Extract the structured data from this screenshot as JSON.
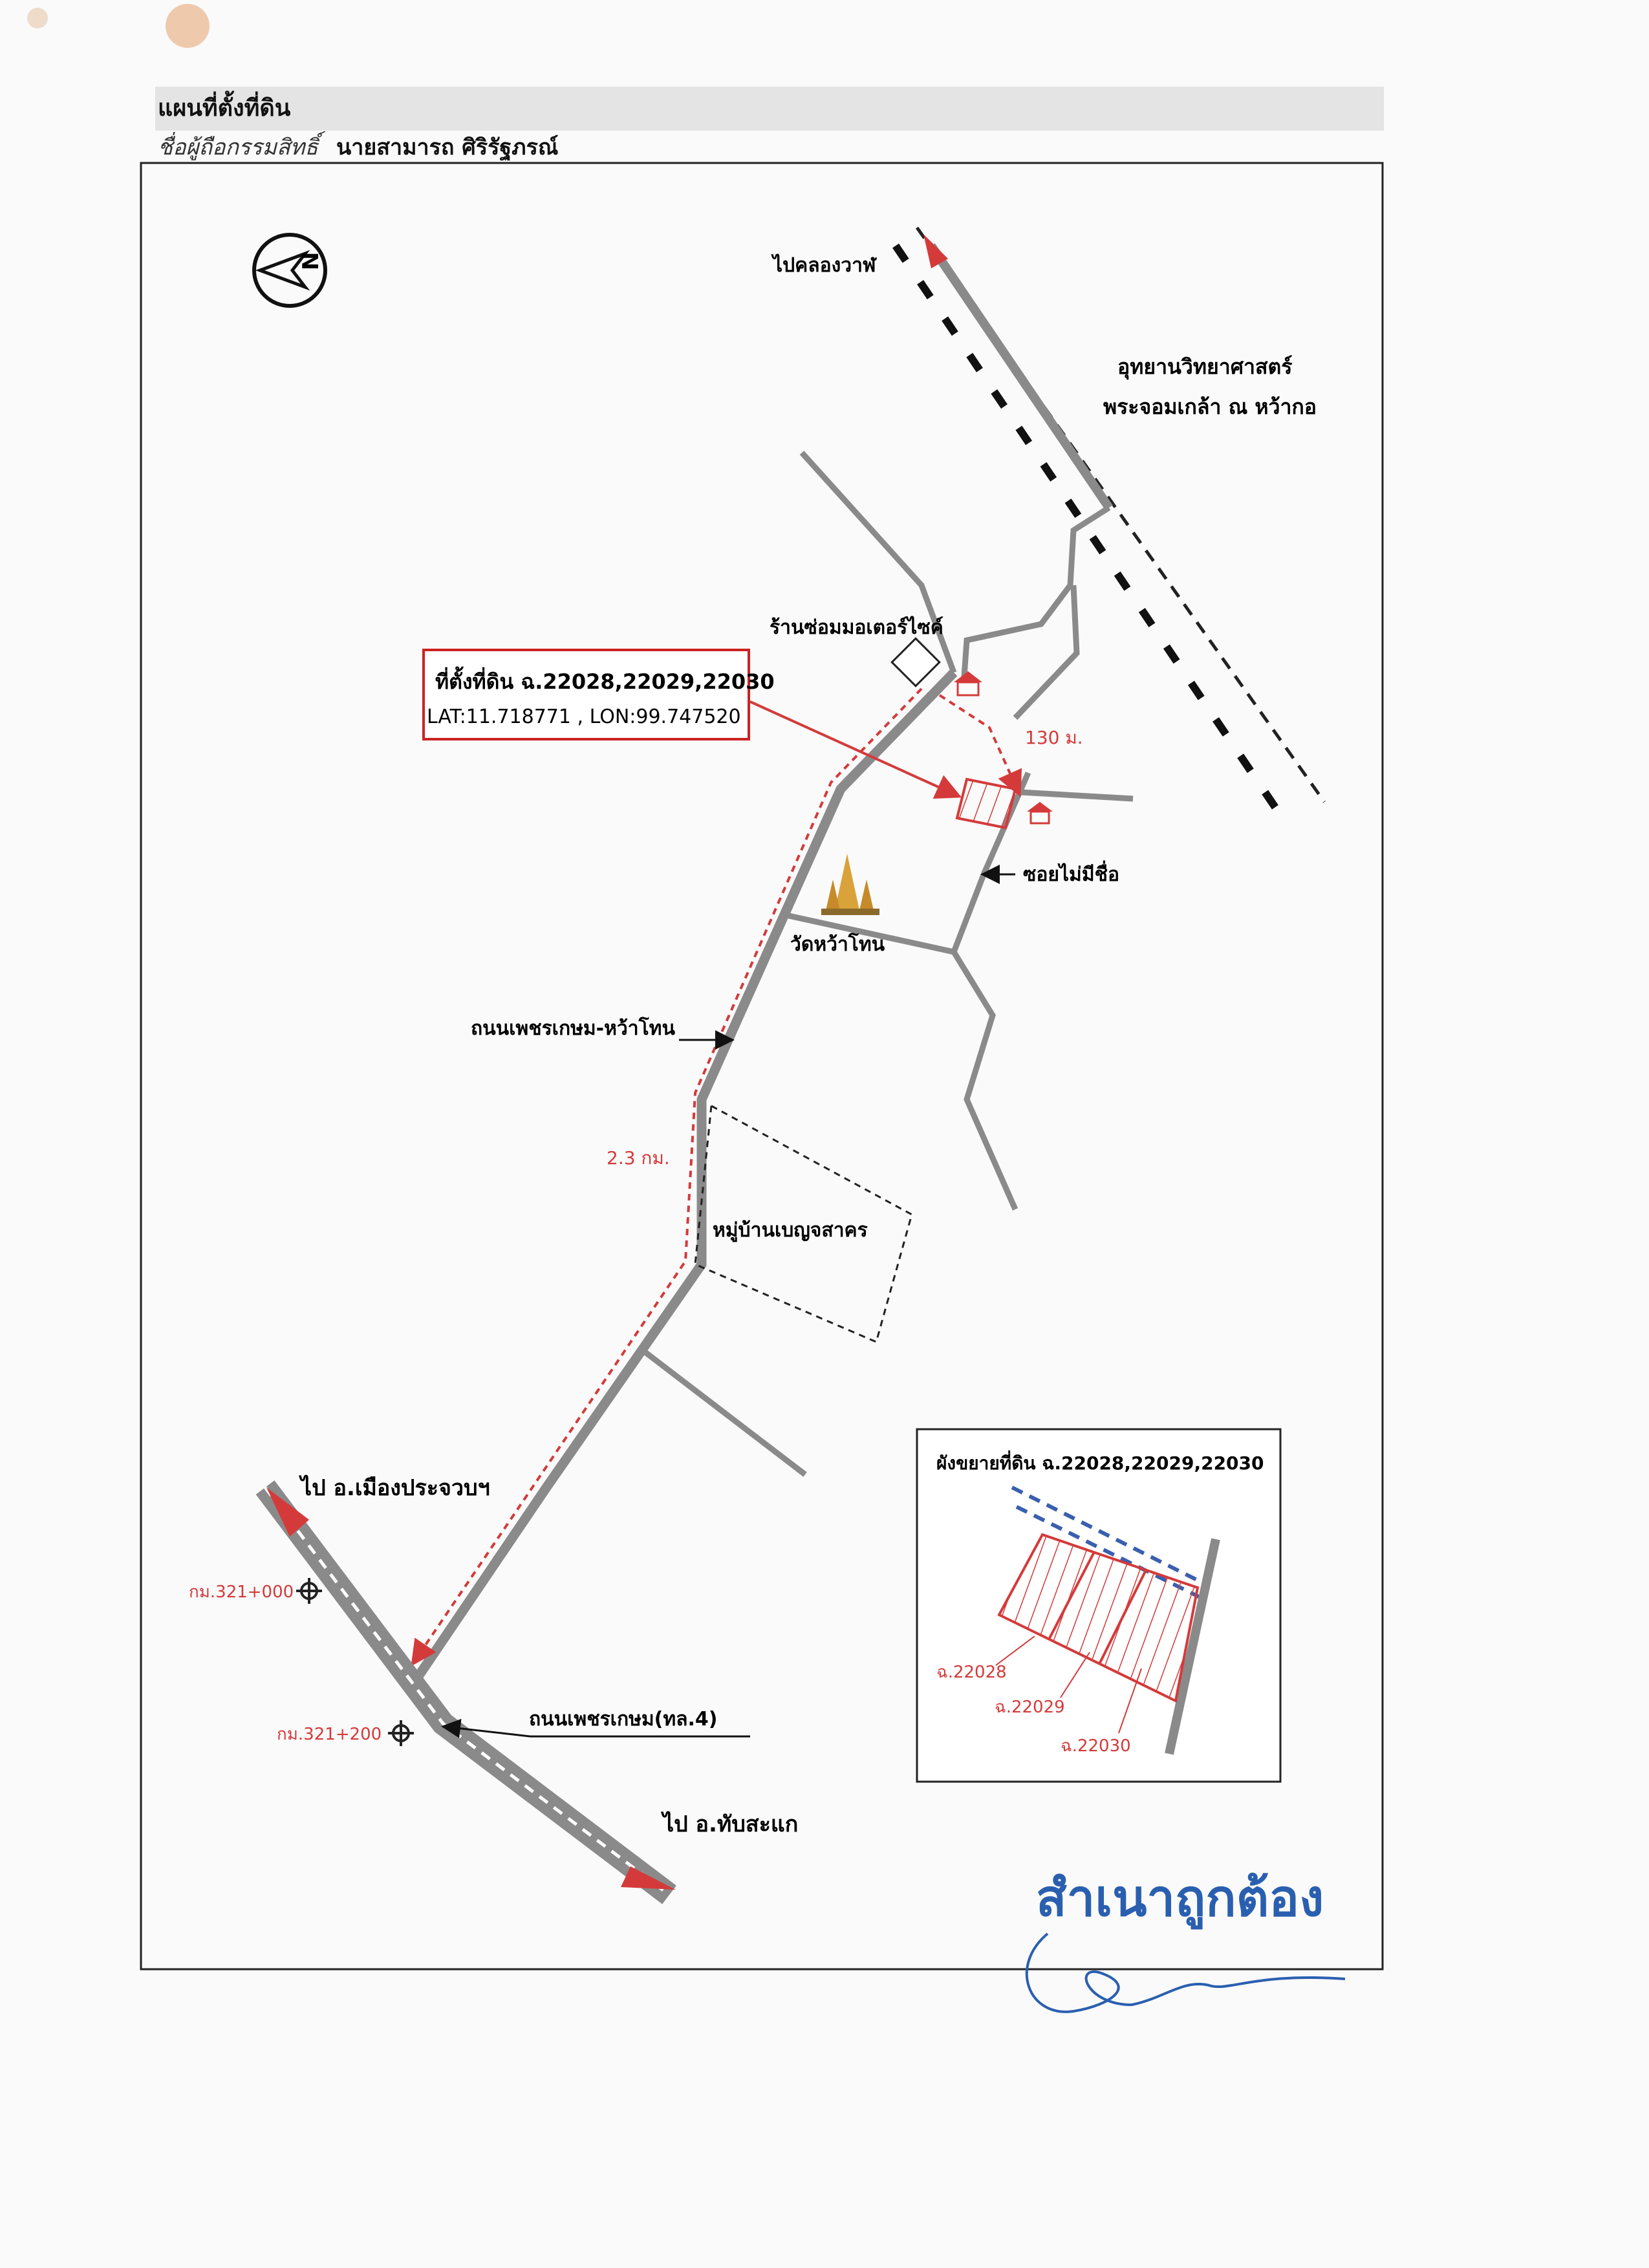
{
  "header": {
    "title": "แผนที่ตั้งที่ดิน",
    "owner_label": "ชื่อผู้ถือกรรมสิทธิ์",
    "owner_name": "นายสามารถ ศิริรัฐภรณ์"
  },
  "map": {
    "north_symbol": "N",
    "labels": {
      "to_khlong_wan": "ไปคลองวาฬ",
      "science_park_1": "อุทยานวิทยาศาสตร์",
      "science_park_2": "พระจอมเกล้า ณ หว้ากอ",
      "motorcycle_shop": "ร้านซ่อมมอเตอร์ไซค์",
      "distance_130": "130 ม.",
      "soi_no_name": "ซอยไม่มีชื่อ",
      "wat_wa_thon": "วัดหว้าโทน",
      "road_phetkasem_wathon": "ถนนเพชรเกษม-หว้าโทน",
      "distance_2_3": "2.3 กม.",
      "village": "หมู่บ้านเบญจสาคร",
      "to_mueang": "ไป อ.เมืองประจวบฯ",
      "km_321_000": "กม.321+000",
      "km_321_200": "กม.321+200",
      "road_phetkasem": "ถนนเพชรเกษม(ทล.4)",
      "to_thap_sakae": "ไป อ.ทับสะแก"
    },
    "site_box": {
      "line1": "ที่ตั้งที่ดิน ฉ.22028,22029,22030",
      "line2": "LAT:11.718771 , LON:99.747520"
    },
    "inset": {
      "title": "ผังขยายที่ดิน ฉ.22028,22029,22030",
      "plot_1": "ฉ.22028",
      "plot_2": "ฉ.22029",
      "plot_3": "ฉ.22030"
    },
    "stamp": "สำเนาถูกต้อง"
  },
  "colors": {
    "road": "#8a8a8a",
    "accent_red": "#d43a3a",
    "stamp_blue": "#2a5fb0",
    "dash_blue": "#3a5fae"
  }
}
